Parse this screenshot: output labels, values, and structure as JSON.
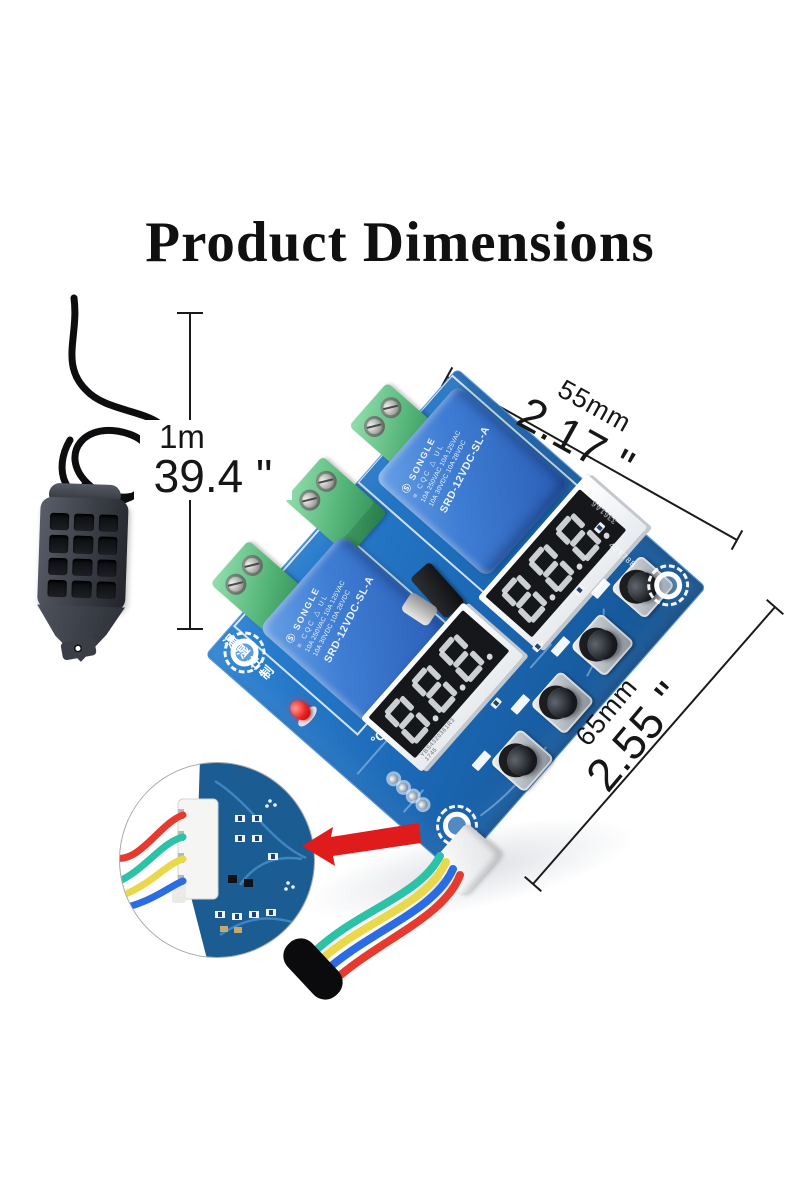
{
  "title": "Product Dimensions",
  "dimensions": {
    "cable": {
      "metric": "1m",
      "imperial": "39.4 \""
    },
    "board_width": {
      "metric": "55mm",
      "imperial": "2.17 \""
    },
    "board_height": {
      "metric": "65mm",
      "imperial": "2.55 \""
    }
  },
  "board": {
    "silkscreen_cn": "温湿控制",
    "unit_label": "°C",
    "corner_code": "42T78B",
    "relay": {
      "brand": "Ⓢ SONGLE",
      "certs": "≡ CQC △ UL",
      "rating_ac": "10A 250VAC 10A 125VAC",
      "rating_dc": "10A 30VDC 10A 28VDC",
      "model": "SRD-12VDC-SL-A"
    },
    "display_left": {
      "digits": "8.8.8.",
      "code_top": "YBS4320361R3",
      "code_bottom": "1745"
    },
    "display_right": {
      "digits": "8.8.8.",
      "code": "3361A6"
    },
    "colors": {
      "pcb": "#1d6fc0",
      "relay": "#3a78d0",
      "terminal": "#5cbd81",
      "led": "#ee2222",
      "display_segment": "#d6d9dc"
    }
  },
  "inset": {
    "wire_colors": [
      "#e8392e",
      "#2cc2a5",
      "#e8d84a",
      "#2b6be4"
    ],
    "arrow_color": "#e01b1b"
  },
  "sensor": {
    "probe_color": "#3c3f47",
    "cable_color": "#0d0d0f"
  }
}
